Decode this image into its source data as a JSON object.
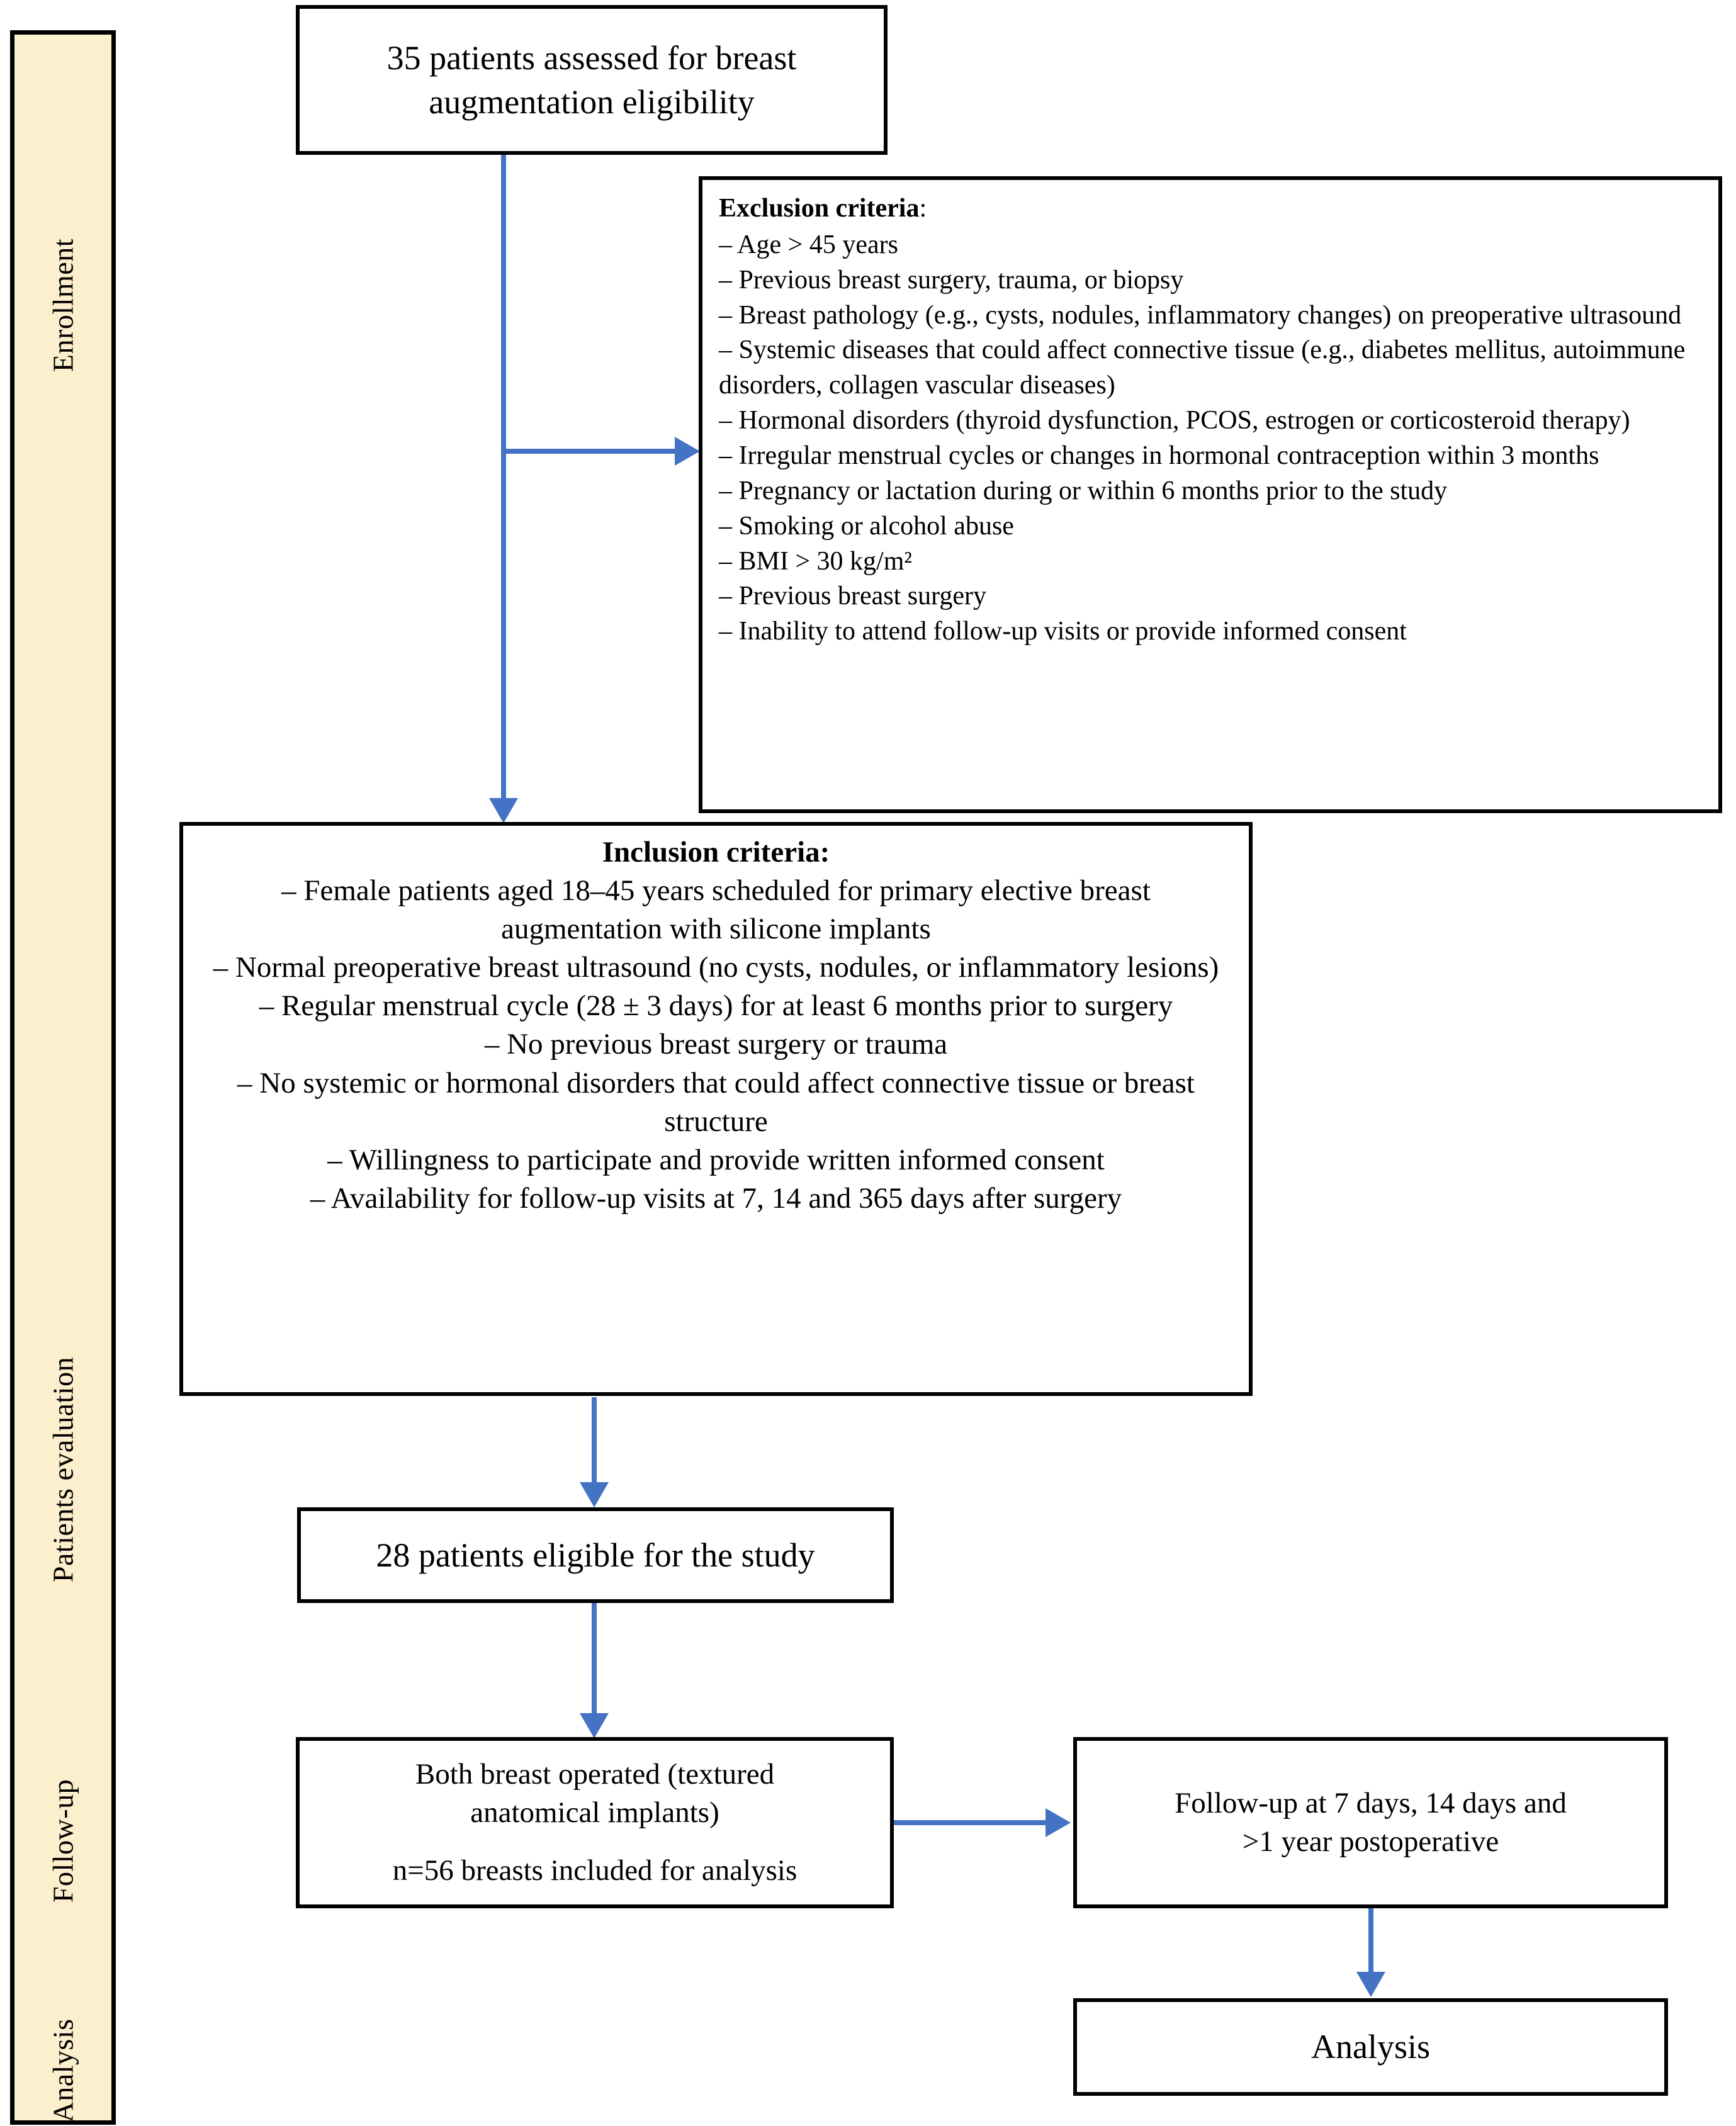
{
  "diagram": {
    "title": "CONSORT-style patient flow diagram for breast augmentation study",
    "accent_arrow_color": "#4472C4",
    "rail_fill_color": "#FCEFCD",
    "border_color": "#000000"
  },
  "phases": [
    {
      "label": "Enrollment"
    },
    {
      "label": "Patients evaluation"
    },
    {
      "label": "Follow-up"
    },
    {
      "label": "Analysis"
    }
  ],
  "nodes": {
    "assessed": {
      "lines": [
        "35 patients assessed for breast",
        "augmentation eligibility"
      ]
    },
    "exclusion": {
      "heading": "Exclusion criteria",
      "heading_suffix": ":",
      "items": [
        "– Age > 45 years",
        "– Previous breast surgery, trauma, or biopsy",
        "– Breast pathology (e.g., cysts, nodules, inflammatory changes) on preoperative ultrasound",
        "– Systemic diseases that could affect connective tissue (e.g., diabetes mellitus, autoimmune disorders, collagen vascular diseases)",
        "– Hormonal disorders (thyroid dysfunction, PCOS, estrogen or corticosteroid therapy)",
        "– Irregular menstrual cycles or changes in hormonal contraception within 3 months",
        "– Pregnancy or lactation during or within 6 months prior to the study",
        "– Smoking or alcohol abuse",
        "– BMI > 30 kg/m²",
        "– Previous breast surgery",
        "– Inability to attend follow-up visits or provide informed consent"
      ]
    },
    "inclusion": {
      "heading": "Inclusion criteria:",
      "items": [
        "– Female patients aged 18–45 years scheduled for primary elective breast augmentation with silicone implants",
        "– Normal preoperative breast ultrasound (no cysts, nodules, or inflammatory lesions)",
        "– Regular menstrual cycle (28 ± 3 days) for at least 6 months prior to surgery",
        "– No previous breast surgery or trauma",
        "– No systemic or hormonal disorders that could affect connective tissue or breast structure",
        "– Willingness to participate and provide written informed consent",
        "– Availability for follow-up visits at 7, 14 and 365 days after surgery"
      ]
    },
    "eligible": {
      "lines": [
        "28 patients eligible for the study"
      ]
    },
    "operated": {
      "lines": [
        "Both breast operated (textured",
        "anatomical implants)",
        "",
        "n=56 breasts included for analysis"
      ]
    },
    "followup": {
      "lines": [
        "Follow-up at 7 days, 14 days and",
        ">1 year postoperative"
      ]
    },
    "analysis": {
      "lines": [
        "Analysis"
      ]
    }
  }
}
